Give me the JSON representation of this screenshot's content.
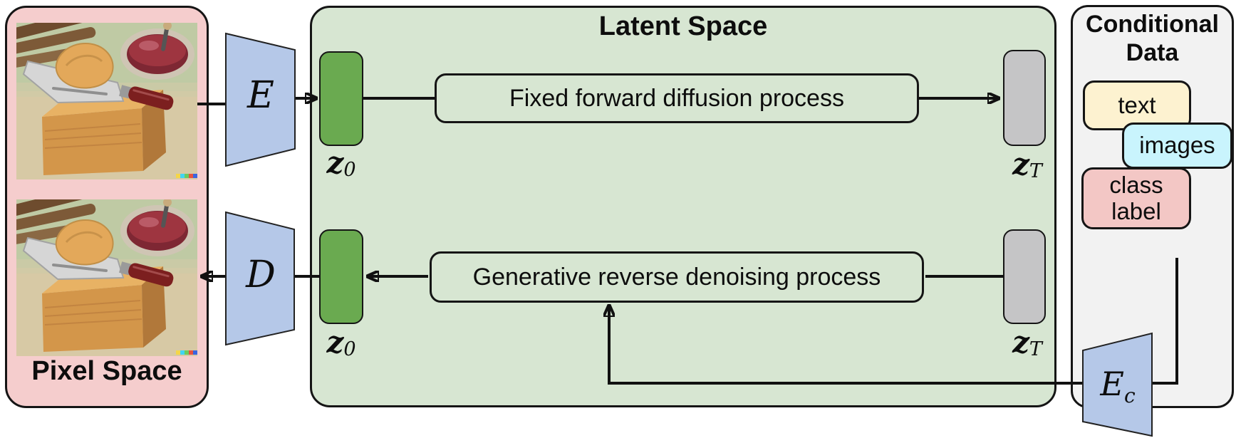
{
  "pixel_space": {
    "title": "Pixel Space",
    "bg_color": "#f5cdcd"
  },
  "latent_space": {
    "title": "Latent Space",
    "bg_color": "#d7e6d2",
    "forward_process_label": "Fixed forward diffusion process",
    "reverse_process_label": "Generative reverse denoising process",
    "z0": {
      "base": "z",
      "sub": "0"
    },
    "zT": {
      "base": "z",
      "sub": "T"
    },
    "z0_color": "#6aaa50",
    "zT_color": "#c5c5c6"
  },
  "conditional": {
    "title_line1": "Conditional",
    "title_line2": "Data",
    "bg_color": "#f2f2f2",
    "chips": [
      {
        "label": "text",
        "color": "#fdf2d0"
      },
      {
        "label": "images",
        "color": "#c9f4fd"
      },
      {
        "label": "class label",
        "color": "#f3c7c5"
      }
    ]
  },
  "blocks": {
    "encoder_label": "E",
    "decoder_label": "D",
    "cond_encoder_base": "E",
    "cond_encoder_sub": "c",
    "block_color": "#b5c8e8"
  },
  "line_color": "#111111"
}
